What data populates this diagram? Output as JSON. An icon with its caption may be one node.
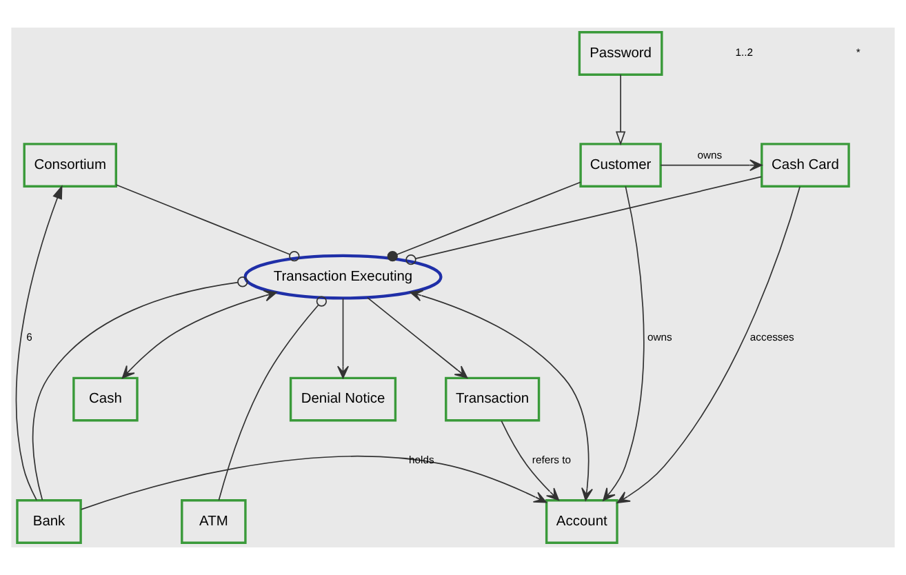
{
  "diagram": {
    "nodes": [
      {
        "text": [
          "Consortium"
        ]
      },
      {
        "text": [
          "Cash Card"
        ]
      },
      {
        "text": [
          "Customer"
        ]
      },
      {
        "text": [
          "Password"
        ]
      },
      {
        "text": [
          "Bank"
        ]
      },
      {
        "text": [
          "Account"
        ]
      },
      {
        "text": [
          "Transaction Executing"
        ]
      },
      {
        "text": [
          "ATM"
        ]
      },
      {
        "text": [
          "Cash"
        ]
      },
      {
        "text": [
          "Transaction"
        ]
      },
      {
        "text": [
          "Denial Notice"
        ]
      }
    ],
    "edges": [
      {
        "from": 4,
        "to": 0,
        "arrow": "to",
        "label": "6"
      },
      {
        "from": 2,
        "to": 1,
        "arrow": "to",
        "label": "owns"
      },
      {
        "from": 3,
        "to": 2,
        "arrow": "to"
      },
      {
        "from": 1,
        "to": 5,
        "arrow": "to",
        "label": "accesses"
      },
      {
        "from": 2,
        "to": 5,
        "arrow": "to",
        "label": "owns"
      },
      {
        "from": 4,
        "to": 5,
        "arrow": "to",
        "label": "holds"
      },
      {
        "from": 0,
        "to": 6,
        "arrow": "other"
      },
      {
        "from": 1,
        "to": 6,
        "arrow": "other"
      },
      {
        "from": 2,
        "to": 6,
        "arrow": "other"
      },
      {
        "from": 5,
        "to": 6,
        "arrow": "both"
      },
      {
        "from": 7,
        "to": 6,
        "arrow": "other"
      },
      {
        "from": 4,
        "to": 6,
        "arrow": "other"
      },
      {
        "from": 6,
        "to": 8,
        "arrow": "both"
      },
      {
        "from": 6,
        "to": 9,
        "arrow": "to"
      },
      {
        "from": 6,
        "to": 10,
        "arrow": "to"
      },
      {
        "from": 9,
        "to": 5,
        "arrow": "to",
        "label": "refers to"
      }
    ],
    "labels": [
      "1..2",
      "*"
    ]
  }
}
